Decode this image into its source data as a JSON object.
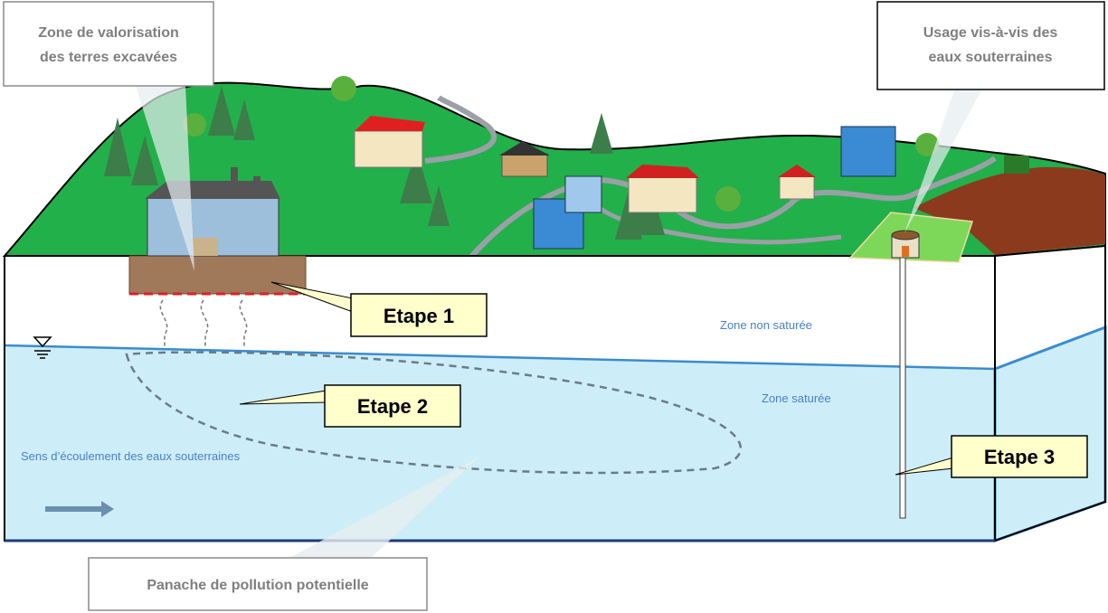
{
  "callouts": {
    "zone_valorisation": [
      "Zone de valorisation",
      "des terres excavées"
    ],
    "usage_eaux": [
      "Usage vis-à-vis des",
      "eaux souterraines"
    ],
    "panache": "Panache de pollution potentielle"
  },
  "etapes": {
    "etape1": "Etape 1",
    "etape2": "Etape 2",
    "etape3": "Etape 3"
  },
  "zones": {
    "non_saturee": "Zone non saturée",
    "saturee": "Zone saturée",
    "ecoulement": "Sens d’écoulement des eaux souterraines"
  },
  "colors": {
    "grass": "#22b04a",
    "water": "#cdeef9",
    "water_border": "#3b8bd0",
    "soil": "#a0785a",
    "field": "#8b3a1e",
    "etape_fill": "#ffffcc"
  }
}
